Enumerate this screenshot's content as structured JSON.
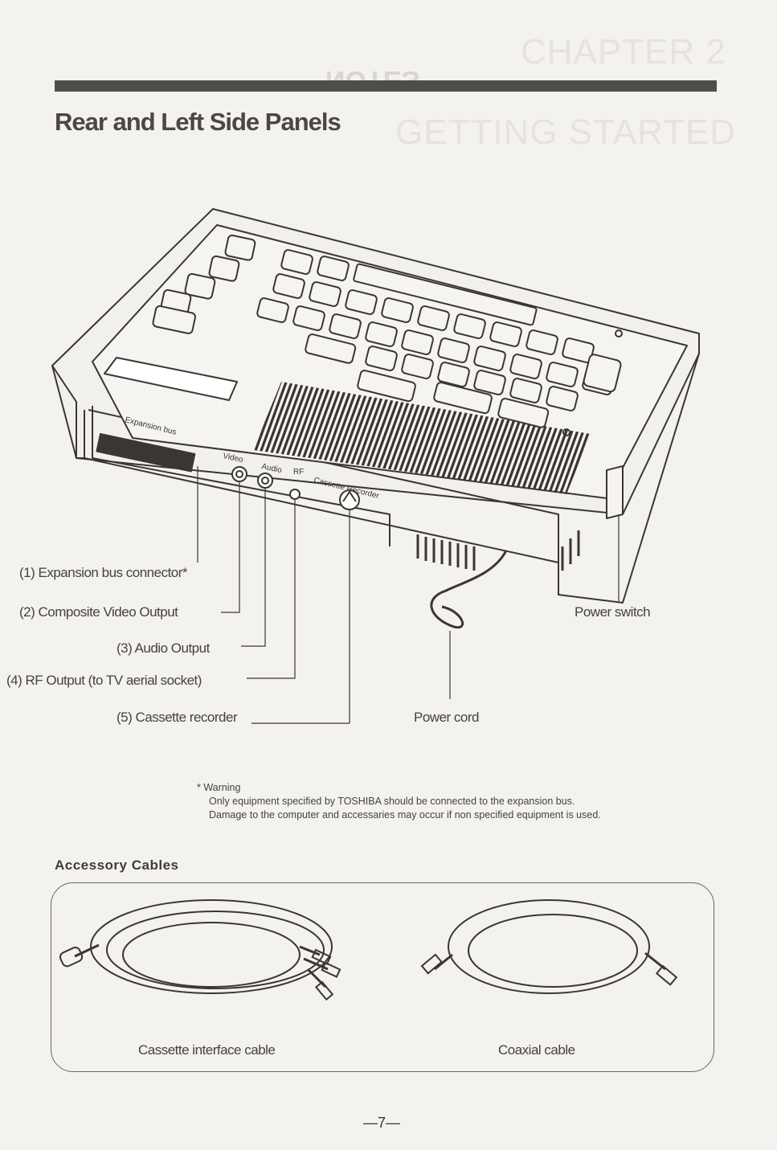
{
  "ghost": {
    "chapter": "CHAPTER 2",
    "notes": "NOTES",
    "getting_started": "GETTING STARTED"
  },
  "title": "Rear and Left Side Panels",
  "diagram": {
    "panel_labels": {
      "expansion_bus": "Expansion bus",
      "video": "Video",
      "audio": "Audio",
      "rf": "RF",
      "cassette_recorder": "Cassette Recorder"
    },
    "callouts": {
      "c1": "(1)  Expansion bus connector*",
      "c2": "(2)  Composite Video Output",
      "c3": "(3)  Audio Output",
      "c4": "(4)  RF Output (to TV aerial socket)",
      "c5": "(5)  Cassette recorder",
      "power_switch": "Power switch",
      "power_cord": "Power cord"
    }
  },
  "warning": {
    "heading": "* Warning",
    "line1": "Only equipment specified by TOSHIBA should be connected to the expansion bus.",
    "line2": "Damage to the computer and accessaries may occur if non specified equipment is used."
  },
  "accessories": {
    "heading": "Accessory Cables",
    "cable1": "Cassette interface cable",
    "cable2": "Coaxial cable"
  },
  "page_number": "—7—"
}
